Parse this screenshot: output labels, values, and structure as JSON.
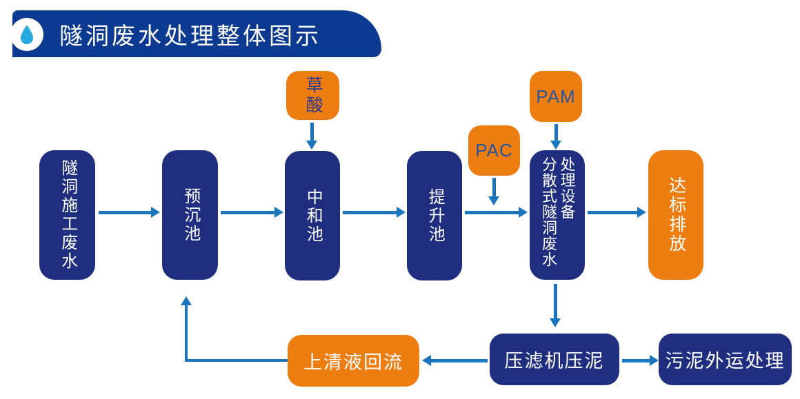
{
  "header": {
    "title": "隧洞废水处理整体图示"
  },
  "icons": {
    "water_drop": "water-drop-icon"
  },
  "colors": {
    "header_navy": "#0c3a90",
    "box_navy": "#1f2e7f",
    "box_orange": "#ee7d11",
    "arrow_blue": "#1b75bc",
    "drop_cyan": "#29abe2",
    "chem_text_navy": "#2b3990",
    "chem_text_blue": "#2456a4"
  },
  "nodes": {
    "source": "隧洞施工废水",
    "presettling": "预沉池",
    "neutralization": "中和池",
    "lifting": "提升池",
    "equipment_col1": "分散式隧洞废水",
    "equipment_col2": "处理设备",
    "discharge": "达标排放",
    "oxalic_acid": "草酸",
    "pac": "PAC",
    "pam": "PAM",
    "filter_press": "压滤机压泥",
    "sludge_transport": "污泥外运处理",
    "supernatant_return": "上清液回流"
  }
}
